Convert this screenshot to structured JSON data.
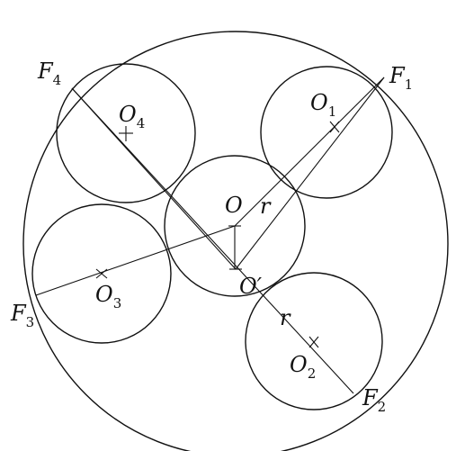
{
  "labels": {
    "F1": {
      "main": "F",
      "sub": "1"
    },
    "F2": {
      "main": "F",
      "sub": "2"
    },
    "F3": {
      "main": "F",
      "sub": "3"
    },
    "F4": {
      "main": "F",
      "sub": "4"
    },
    "O1": {
      "main": "O",
      "sub": "1"
    },
    "O2": {
      "main": "O",
      "sub": "2"
    },
    "O3": {
      "main": "O",
      "sub": "3"
    },
    "O4": {
      "main": "O",
      "sub": "4"
    },
    "O": "O",
    "O_prime": "O′",
    "r_upper": "r",
    "r_lower": "r"
  },
  "colors": {
    "ink": "#111111",
    "background": "#ffffff"
  }
}
